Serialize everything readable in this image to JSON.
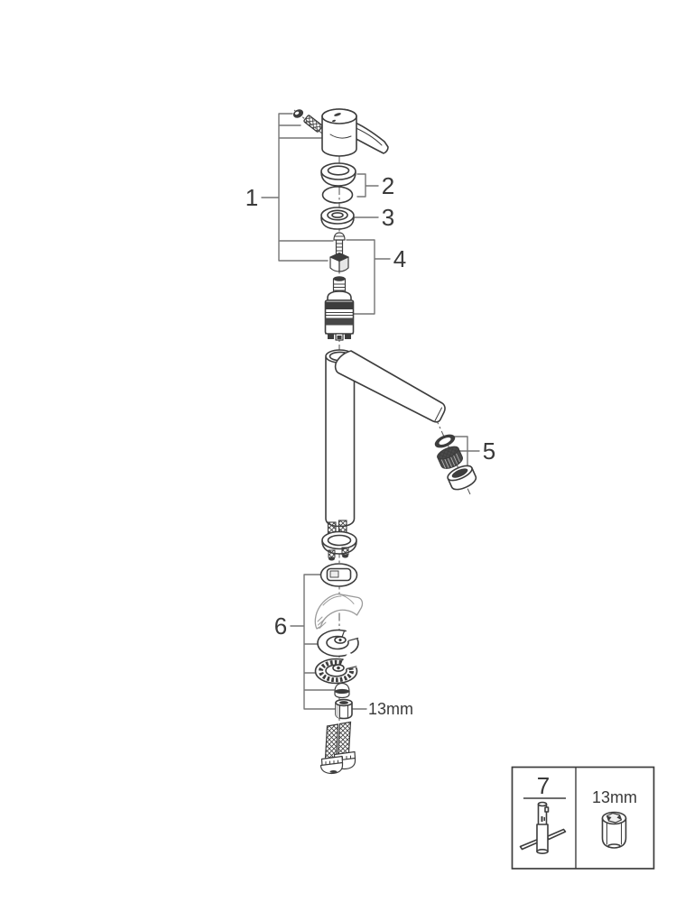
{
  "callouts": {
    "c1": {
      "label": "1",
      "parts": [
        "handle-plug",
        "grub-screw",
        "lever-handle",
        "fixing-screw",
        "cartridge-adapter"
      ]
    },
    "c2": {
      "label": "2",
      "parts": [
        "dome-ring",
        "o-ring"
      ]
    },
    "c3": {
      "label": "3",
      "parts": [
        "bearing-ring"
      ]
    },
    "c4": {
      "label": "4",
      "parts": [
        "fixing-screw",
        "cartridge-adapter",
        "cartridge"
      ]
    },
    "c5": {
      "label": "5",
      "parts": [
        "seal-washer",
        "aerator-insert",
        "aerator-housing"
      ]
    },
    "c6": {
      "label": "6",
      "parts": [
        "base-gasket",
        "support-wedge",
        "horseshoe-clamp",
        "toothed-clamp",
        "dome-nut",
        "mounting-nut"
      ]
    },
    "c7": {
      "label": "7",
      "parts": [
        "mounting-socket-tool"
      ]
    }
  },
  "annotations": {
    "mounting_nut_size": "13mm",
    "legend_socket_size": "13mm"
  }
}
